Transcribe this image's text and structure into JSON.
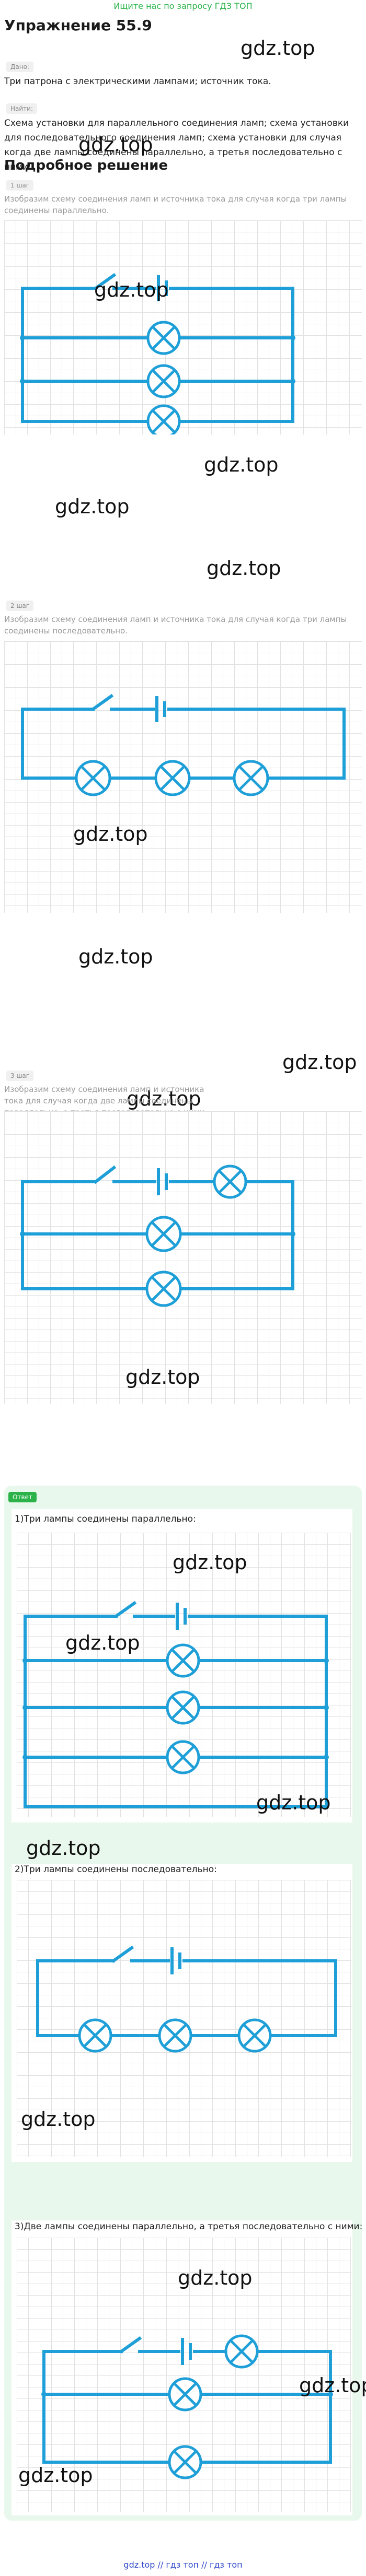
{
  "banner": "Ищите нас по запросу ГДЗ ТОП",
  "title": "Упражнение 55.9",
  "given_chip": "Дано:",
  "given_text": "Три патрона с электрическими лампами; источник тока.",
  "find_chip": "Найти:",
  "find_text": "Схема установки для параллельного соединения ламп; схема установки для последовательного соединения ламп; схема установки для случая когда две лампы соединены параллельно, а третья последовательно с ними.",
  "solution_title": "Подробное решение",
  "steps": [
    {
      "chip": "1 шаг",
      "text": "Изобразим схему соединения ламп и источника тока для случая когда три лампы соединены параллельно."
    },
    {
      "chip": "2 шаг",
      "text": "Изобразим схему соединения ламп и источника тока для случая когда три лампы соединены последовательно."
    },
    {
      "chip": "3 шаг",
      "text": "Изобразим схему соединения ламп и источника тока для случая когда две лампы соединены параллельно, а третья последовательно с ними."
    }
  ],
  "answer": {
    "chip": "Ответ",
    "items": [
      "1)Три лампы соединены параллельно:",
      "2)Три лампы соединены последовательно:",
      "3)Две лампы соединены параллельно, а третья последовательно с ними:"
    ]
  },
  "watermark": "gdz.top",
  "footer": "gdz.top // гдз топ // гдз топ",
  "colors": {
    "wire": "#1e9fd8",
    "accent": "#2bb34a",
    "answer_bg": "#e9f8ec",
    "footer_link": "#2b46c8"
  }
}
